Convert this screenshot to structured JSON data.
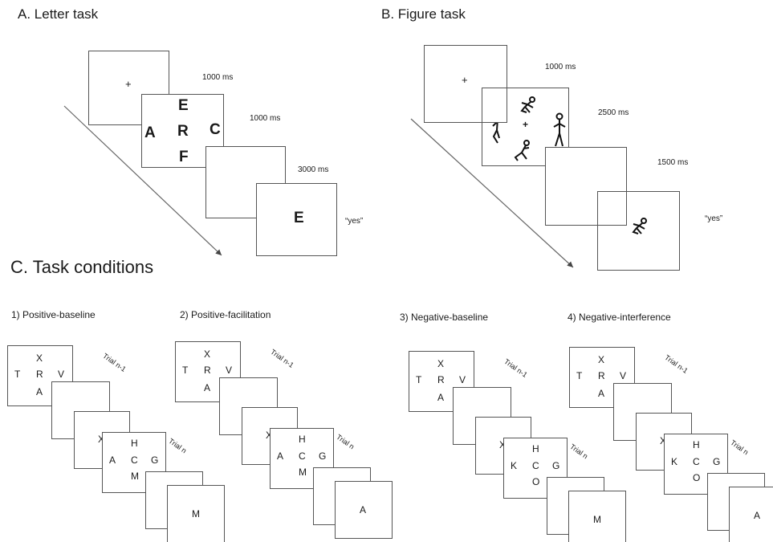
{
  "panel_a": {
    "title": "A.  Letter task",
    "timings": [
      "1000 ms",
      "1000 ms",
      "3000 ms"
    ],
    "fixation": "+",
    "letters": {
      "top": "E",
      "left": "A",
      "center": "R",
      "right": "C",
      "bottom": "F"
    },
    "probe": "E",
    "response": "“yes”"
  },
  "panel_b": {
    "title": "B.  Figure task",
    "timings": [
      "1000 ms",
      "2500 ms",
      "1500 ms"
    ],
    "fixation": "+",
    "response": "“yes”"
  },
  "panel_c": {
    "title": "C.  Task conditions",
    "trial_prev": "Trial n-1",
    "trial_curr": "Trial n",
    "conditions": [
      {
        "title": "1) Positive-baseline",
        "prev": {
          "top": "X",
          "left": "T",
          "center": "R",
          "right": "V",
          "bottom": "A"
        },
        "mid": "X",
        "curr": {
          "top": "H",
          "left": "A",
          "center": "C",
          "right": "G",
          "bottom": "M"
        },
        "probe": "M"
      },
      {
        "title": "2) Positive-facilitation",
        "prev": {
          "top": "X",
          "left": "T",
          "center": "R",
          "right": "V",
          "bottom": "A"
        },
        "mid": "X",
        "curr": {
          "top": "H",
          "left": "A",
          "center": "C",
          "right": "G",
          "bottom": "M"
        },
        "probe": "A"
      },
      {
        "title": "3) Negative-baseline",
        "prev": {
          "top": "X",
          "left": "T",
          "center": "R",
          "right": "V",
          "bottom": "A"
        },
        "mid": "X",
        "curr": {
          "top": "H",
          "left": "K",
          "center": "C",
          "right": "G",
          "bottom": "O"
        },
        "probe": "M"
      },
      {
        "title": "4) Negative-interference",
        "prev": {
          "top": "X",
          "left": "T",
          "center": "R",
          "right": "V",
          "bottom": "A"
        },
        "mid": "X",
        "curr": {
          "top": "H",
          "left": "K",
          "center": "C",
          "right": "G",
          "bottom": "O"
        },
        "probe": "A"
      }
    ]
  }
}
